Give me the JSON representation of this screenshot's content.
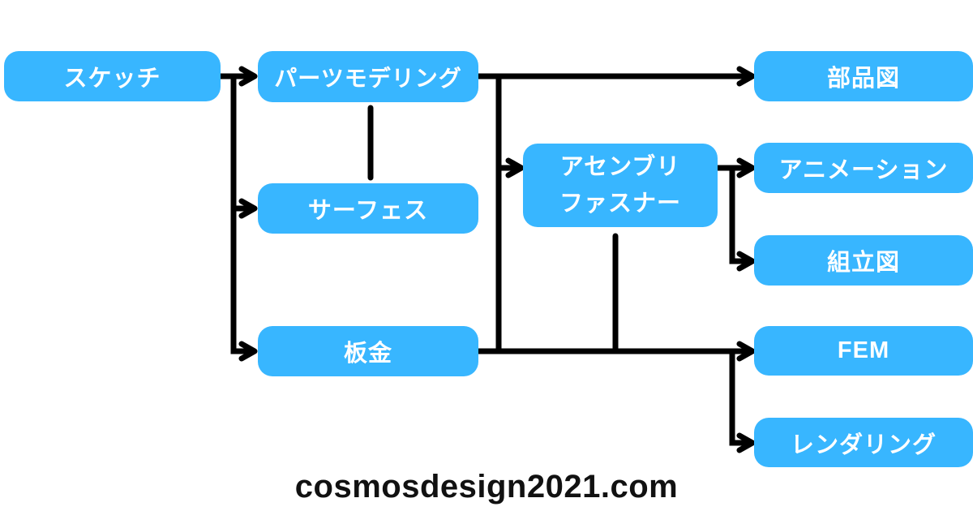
{
  "diagram": {
    "colors": {
      "accent": "#38B6FF",
      "line": "#000000",
      "node_text": "#FFFFFF",
      "background": "#FFFFFF",
      "footer_text": "#111111"
    },
    "nodes": {
      "sketch": {
        "label": "スケッチ"
      },
      "parts_modeling": {
        "label": "パーツモデリング"
      },
      "surface": {
        "label": "サーフェス"
      },
      "sheet_metal": {
        "label": "板金"
      },
      "assembly_fastener": {
        "label": "アセンブリ\nファスナー"
      },
      "part_drawing": {
        "label": "部品図"
      },
      "animation": {
        "label": "アニメーション"
      },
      "assembly_drawing": {
        "label": "組立図"
      },
      "fem": {
        "label": "FEM"
      },
      "rendering": {
        "label": "レンダリング"
      }
    },
    "edges": [
      {
        "from": "スケッチ",
        "to": "パーツモデリング",
        "arrow": true
      },
      {
        "from": "スケッチ",
        "to": "サーフェス",
        "arrow": true
      },
      {
        "from": "スケッチ",
        "to": "板金",
        "arrow": true
      },
      {
        "from": "パーツモデリング",
        "to": "サーフェス",
        "arrow": false
      },
      {
        "from": "パーツモデリング",
        "to": "部品図",
        "arrow": true
      },
      {
        "from": "パーツモデリング",
        "to": "アセンブリ ファスナー",
        "arrow": true
      },
      {
        "from": "アセンブリ ファスナー",
        "to": "アニメーション",
        "arrow": true
      },
      {
        "from": "アセンブリ ファスナー",
        "to": "組立図",
        "arrow": true
      },
      {
        "from": "アセンブリ ファスナー",
        "to": "板金",
        "arrow": false
      },
      {
        "from": "板金",
        "to": "FEM",
        "arrow": true
      },
      {
        "from": "板金",
        "to": "レンダリング",
        "arrow": true
      }
    ]
  },
  "footer": {
    "watermark": "cosmosdesign2021.com"
  }
}
